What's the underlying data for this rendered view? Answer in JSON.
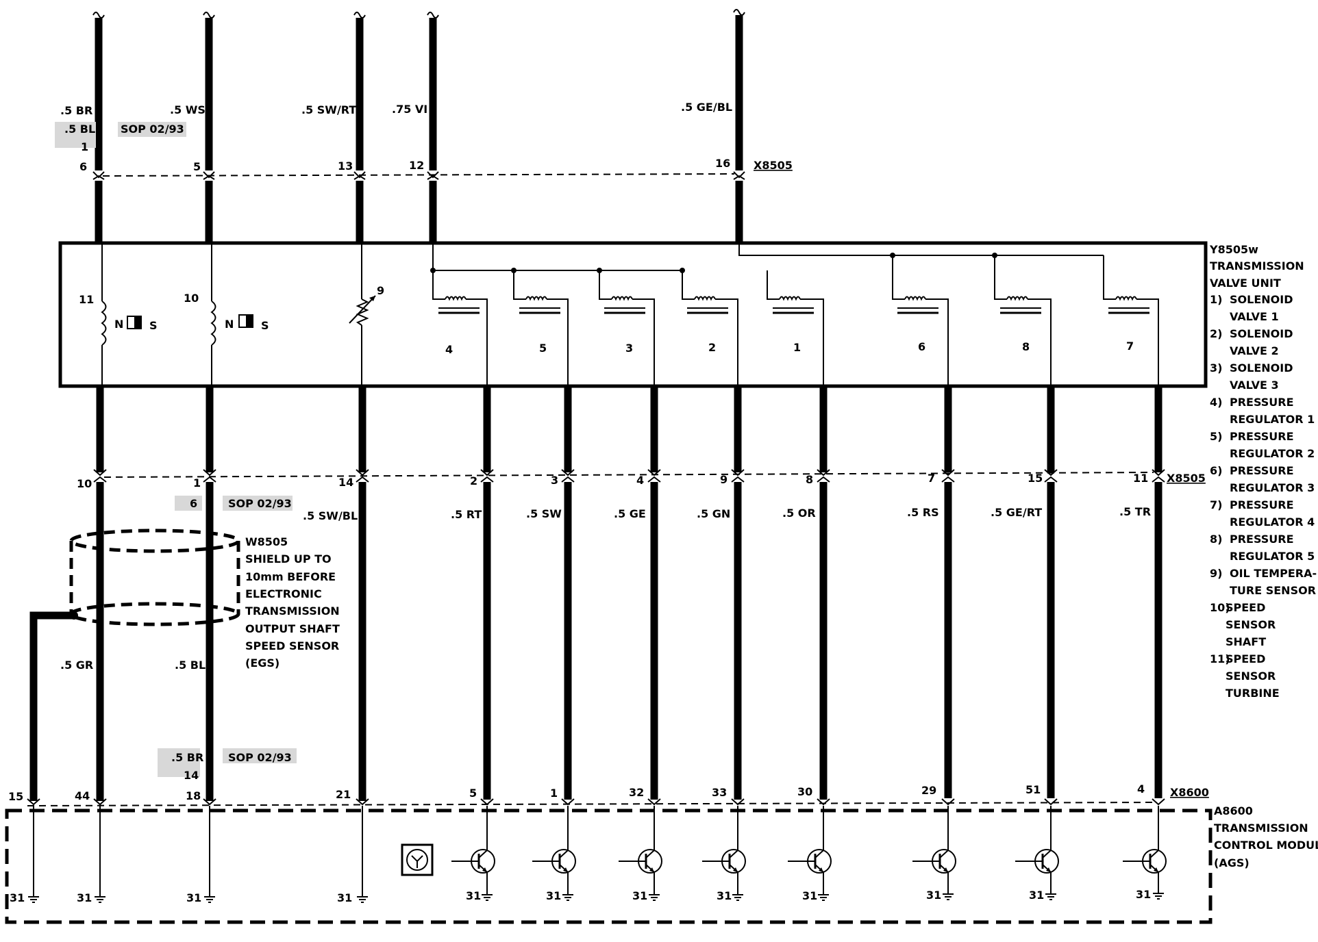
{
  "top_wires": [
    {
      "colors": [
        ".5 BR",
        ".5 BL"
      ],
      "upper_pins": [
        "1",
        "6"
      ]
    },
    {
      "colors": [
        ".5 WS"
      ],
      "upper_pins": [
        "5"
      ]
    },
    {
      "colors": [
        ".5 SW/RT"
      ],
      "upper_pins": [
        "13"
      ]
    },
    {
      "colors": [
        ".75 VI"
      ],
      "upper_pins": [
        "12"
      ]
    },
    {
      "colors": [
        ".5 GE/BL"
      ],
      "upper_pins": [
        "16"
      ]
    }
  ],
  "sop_top": "SOP 02/93",
  "connector_top": "X8505",
  "valve_unit": {
    "title": [
      "Y8505w",
      "TRANSMISSION",
      "VALVE UNIT"
    ],
    "left_components": [
      "11",
      "10",
      "9"
    ],
    "sensor_letters": [
      "N",
      "S"
    ],
    "solenoid_numbers": [
      "4",
      "5",
      "3",
      "2",
      "1",
      "6",
      "8",
      "7"
    ]
  },
  "legend": [
    [
      "1)",
      "SOLENOID",
      "VALVE 1"
    ],
    [
      "2)",
      "SOLENOID",
      "VALVE 2"
    ],
    [
      "3)",
      "SOLENOID",
      "VALVE 3"
    ],
    [
      "4)",
      "PRESSURE",
      "REGULATOR 1"
    ],
    [
      "5)",
      "PRESSURE",
      "REGULATOR 2"
    ],
    [
      "6)",
      "PRESSURE",
      "REGULATOR 3"
    ],
    [
      "7)",
      "PRESSURE",
      "REGULATOR 4"
    ],
    [
      "8)",
      "PRESSURE",
      "REGULATOR 5"
    ],
    [
      "9)",
      "OIL TEMPERA-",
      "TURE SENSOR"
    ],
    [
      "10)",
      "SPEED",
      "SENSOR",
      "SHAFT"
    ],
    [
      "11)",
      "SPEED",
      "SENSOR",
      "TURBINE"
    ]
  ],
  "connector_mid": "X8505",
  "mid_pins": [
    "10",
    "1",
    "14",
    "2",
    "3",
    "4",
    "9",
    "8",
    "7",
    "15",
    "11"
  ],
  "mid_sop": {
    "pin": "6",
    "label": "SOP 02/93"
  },
  "wire_colors_mid": [
    ".5 SW/BL",
    ".5 RT",
    ".5 SW",
    ".5 GE",
    ".5 GN",
    ".5 OR",
    ".5 RS",
    ".5 GE/RT",
    ".5 TR"
  ],
  "shield": [
    "W8505",
    "SHIELD UP TO",
    "10mm BEFORE",
    "ELECTRONIC",
    "TRANSMISSION",
    "OUTPUT SHAFT",
    "SPEED SENSOR",
    "(EGS)"
  ],
  "wire_colors_low": [
    ".5 GR",
    ".5 BL"
  ],
  "low_sop": {
    "color": ".5 BR",
    "pin": "14",
    "label": "SOP 02/93"
  },
  "connector_bottom": "X8600",
  "bottom_pins": [
    "15",
    "44",
    "18",
    "21",
    "5",
    "1",
    "32",
    "33",
    "30",
    "29",
    "51",
    "4"
  ],
  "control_module": [
    "A8600",
    "TRANSMISSION",
    "CONTROL MODULE",
    "(AGS)"
  ],
  "ground_label": "31"
}
